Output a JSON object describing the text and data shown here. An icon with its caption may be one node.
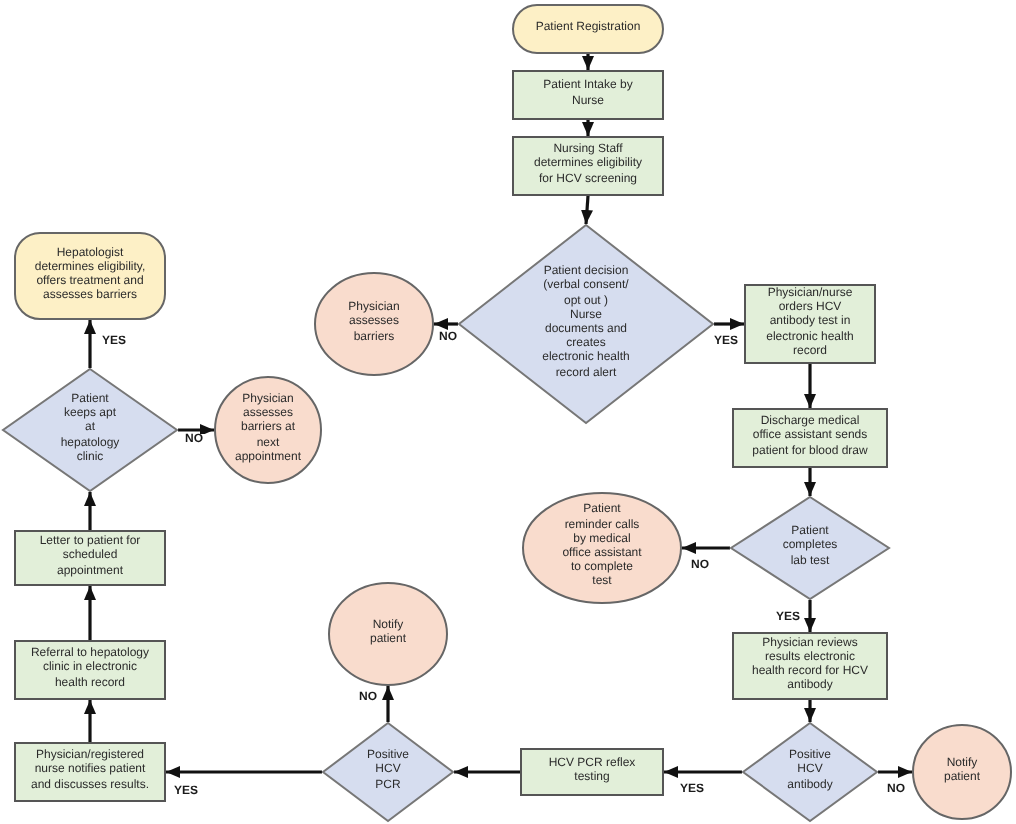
{
  "diagram": {
    "nodes": [
      {
        "text": [
          "Patient Registration"
        ]
      },
      {
        "text": [
          "Patient Intake by Nurse"
        ]
      },
      {
        "text": [
          "Nursing Staff determines eligibility for HCV screening"
        ]
      },
      {
        "text": [
          "Patient decision (verbal consent/ opt out )",
          "Nurse documents and creates electronic health record alert"
        ]
      },
      {
        "text": [
          "Physician assesses barriers"
        ]
      },
      {
        "text": [
          "Physician/nurse orders HCV antibody test in electronic health record"
        ]
      },
      {
        "text": [
          "Discharge medical office assistant sends patient for blood draw"
        ]
      },
      {
        "text": [
          "Patient completes lab test"
        ]
      },
      {
        "text": [
          "Patient reminder calls by medical office assistant to complete test"
        ]
      },
      {
        "text": [
          "Physician reviews results electronic health record for HCV antibody"
        ]
      },
      {
        "text": [
          "Positive HCV antibody"
        ]
      },
      {
        "text": [
          "Notify patient"
        ]
      },
      {
        "text": [
          "HCV PCR reflex testing"
        ]
      },
      {
        "text": [
          "Positive HCV PCR"
        ]
      },
      {
        "text": [
          "Notify patient"
        ]
      },
      {
        "text": [
          "Physician/registered nurse notifies patient and discusses results."
        ]
      },
      {
        "text": [
          "Referral to hepatology clinic in electronic health record"
        ]
      },
      {
        "text": [
          "Letter to patient for scheduled appointment"
        ]
      },
      {
        "text": [
          "Patient keeps apt at hepatology clinic"
        ]
      },
      {
        "text": [
          "Physician assesses barriers at next appointment"
        ]
      },
      {
        "text": [
          "Hepatologist determines eligibility, offers treatment and assesses barriers"
        ]
      }
    ],
    "edges": [
      {
        "from": 0,
        "to": 1,
        "arrow": "to"
      },
      {
        "from": 1,
        "to": 2,
        "arrow": "to"
      },
      {
        "from": 2,
        "to": 3,
        "arrow": "to"
      },
      {
        "from": 3,
        "to": 4,
        "arrow": "to",
        "label": "NO"
      },
      {
        "from": 3,
        "to": 5,
        "arrow": "to",
        "label": "YES"
      },
      {
        "from": 5,
        "to": 6,
        "arrow": "to"
      },
      {
        "from": 6,
        "to": 7,
        "arrow": "to"
      },
      {
        "from": 7,
        "to": 8,
        "arrow": "to",
        "label": "NO"
      },
      {
        "from": 7,
        "to": 9,
        "arrow": "to",
        "label": "YES"
      },
      {
        "from": 9,
        "to": 10,
        "arrow": "to"
      },
      {
        "from": 10,
        "to": 11,
        "arrow": "to",
        "label": "NO"
      },
      {
        "from": 10,
        "to": 12,
        "arrow": "to",
        "label": "YES"
      },
      {
        "from": 12,
        "to": 13,
        "arrow": "to"
      },
      {
        "from": 13,
        "to": 14,
        "arrow": "to",
        "label": "NO"
      },
      {
        "from": 13,
        "to": 15,
        "arrow": "to",
        "label": "YES"
      },
      {
        "from": 15,
        "to": 16,
        "arrow": "to"
      },
      {
        "from": 16,
        "to": 17,
        "arrow": "to"
      },
      {
        "from": 17,
        "to": 18,
        "arrow": "to"
      },
      {
        "from": 18,
        "to": 19,
        "arrow": "to",
        "label": "NO"
      },
      {
        "from": 18,
        "to": 20,
        "arrow": "to",
        "label": "YES"
      }
    ]
  }
}
